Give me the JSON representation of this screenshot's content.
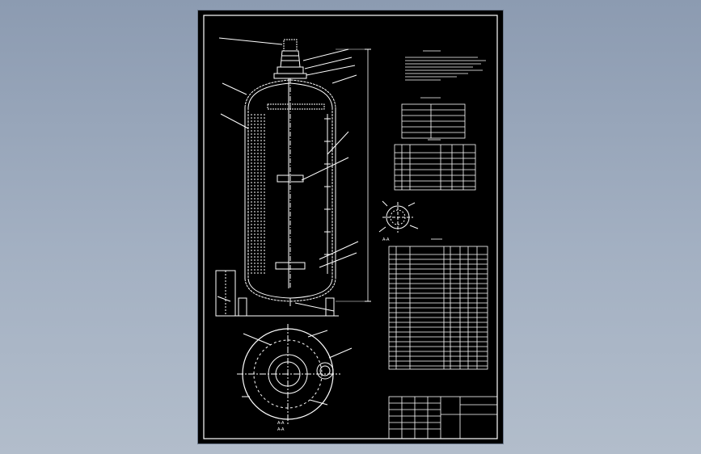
{
  "colors": {
    "background_top": "#8c9bb1",
    "background_bottom": "#b2bdcb",
    "sheet": "#000000",
    "line": "#ffffff"
  },
  "drawing": {
    "bottom_view_label": "A-A",
    "bottom_view_caption": "A-A",
    "nozzle_view_label": "A-A",
    "parts_list_title": "",
    "tech_req_title": "",
    "spec_table_title": "",
    "nozzle_table_title": ""
  }
}
